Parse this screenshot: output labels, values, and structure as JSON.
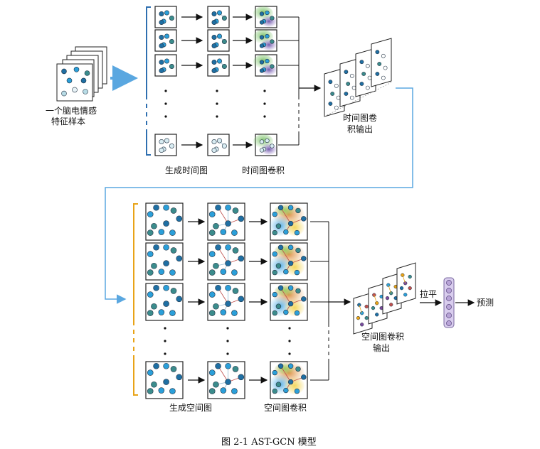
{
  "input": {
    "label_line1": "一个脑电情感",
    "label_line2": "特征样本"
  },
  "temporal": {
    "generate_label": "生成时间图",
    "conv_label": "时间图卷积",
    "output_label_line1": "时间图卷",
    "output_label_line2": "积输出"
  },
  "spatial": {
    "generate_label": "生成空间图",
    "conv_label": "空间图卷积",
    "output_label_line1": "空间图卷积",
    "output_label_line2": "输出"
  },
  "flatten_label": "拉平",
  "predict_label": "预测",
  "figure_caption": "图 2-1 AST-GCN 模型",
  "colors": {
    "temporal_bracket": "#2f6fb0",
    "spatial_bracket": "#e8a317",
    "connector": "#5aa7e0",
    "node_dark": "#1f6fa3",
    "node_mid": "#2b9fd9",
    "node_teal": "#3b8c8c",
    "node_light": "#b8dce6",
    "output_vector": "#b9a4d8"
  }
}
